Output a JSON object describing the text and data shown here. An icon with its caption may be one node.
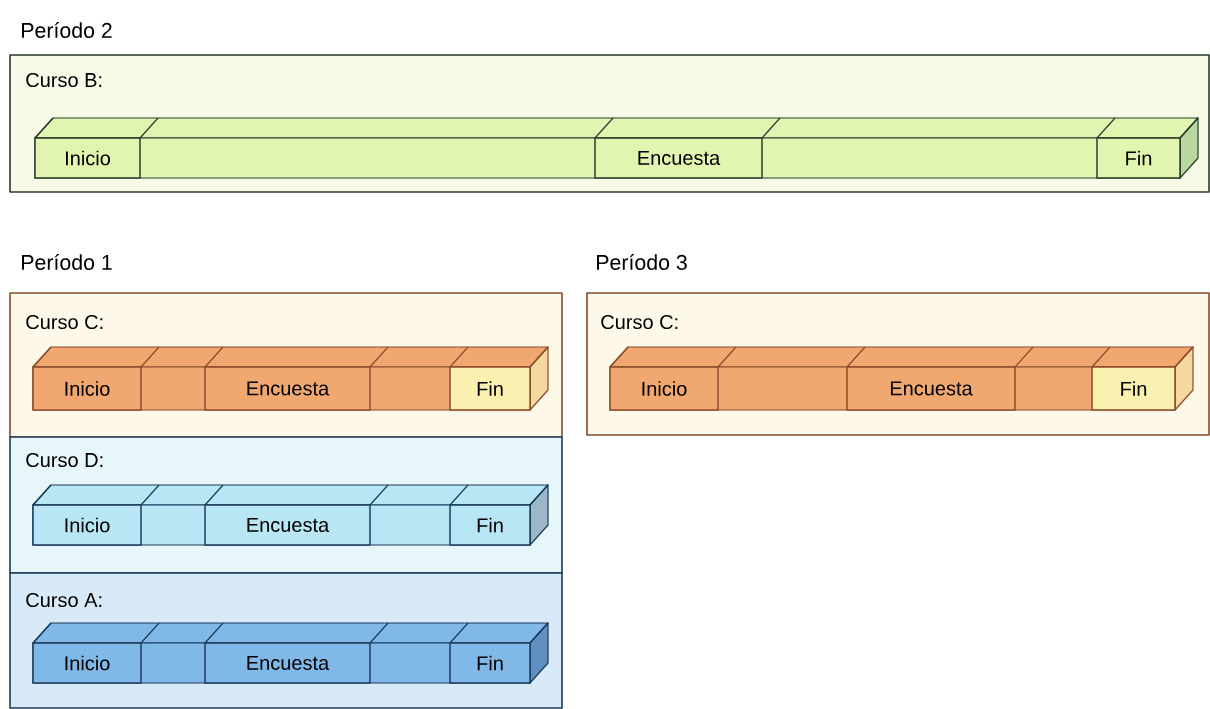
{
  "diagram": {
    "nodes": [
      {
        "text": [
          "Curso B:"
        ]
      },
      {
        "text": [
          "Inicio"
        ],
        "in": 0
      },
      {
        "text": [
          "Encuesta"
        ],
        "in": 0
      },
      {
        "text": [
          "Fin"
        ],
        "in": 0
      },
      {
        "text": [
          "Curso C:"
        ]
      },
      {
        "text": [
          "Inicio"
        ],
        "in": 4
      },
      {
        "text": [
          "Encuesta"
        ],
        "in": 4
      },
      {
        "text": [
          "Fin"
        ],
        "in": 4
      },
      {
        "text": [
          "Curso D:"
        ]
      },
      {
        "text": [
          "Inicio"
        ],
        "in": 8
      },
      {
        "text": [
          "Encuesta"
        ],
        "in": 8
      },
      {
        "text": [
          "Fin"
        ],
        "in": 8
      },
      {
        "text": [
          "Curso A:"
        ]
      },
      {
        "text": [
          "Inicio"
        ],
        "in": 12
      },
      {
        "text": [
          "Encuesta"
        ],
        "in": 12
      },
      {
        "text": [
          "Fin"
        ],
        "in": 12
      },
      {
        "text": [
          "Curso C:"
        ]
      },
      {
        "text": [
          "Inicio"
        ],
        "in": 16
      },
      {
        "text": [
          "Encuesta"
        ],
        "in": 16
      },
      {
        "text": [
          "Fin"
        ],
        "in": 16
      }
    ],
    "labels": [
      "Período 2",
      "Período 1",
      "Período 3"
    ]
  }
}
